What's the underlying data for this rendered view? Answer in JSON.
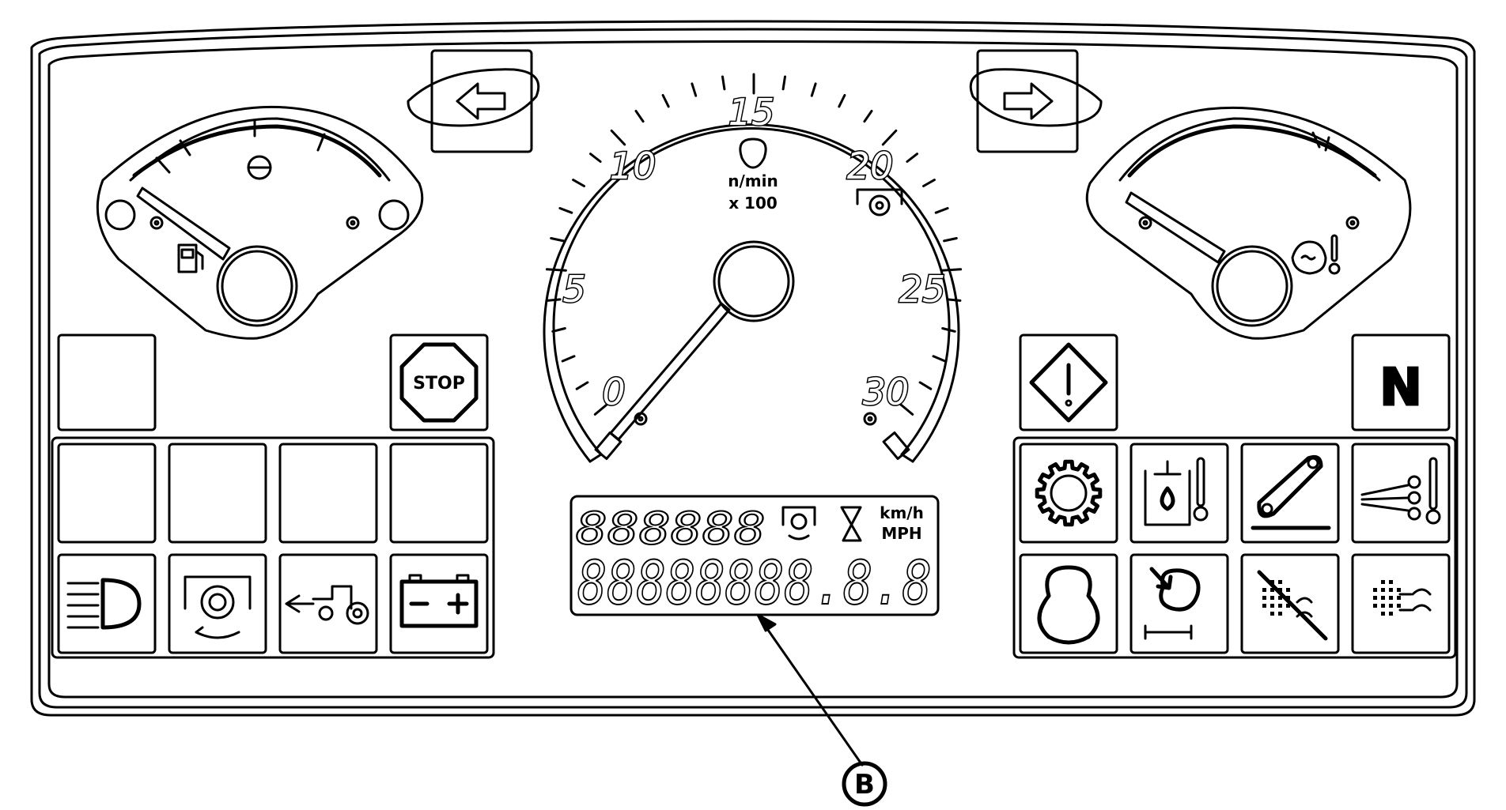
{
  "tachometer": {
    "scale_labels": [
      "0",
      "5",
      "10",
      "15",
      "20",
      "25",
      "30"
    ],
    "unit_line1": "n/min",
    "unit_line2": "x 100"
  },
  "lcd": {
    "top_digits": "888888",
    "bottom_digits": "88888888.8.8",
    "speed_unit_1": "km/h",
    "speed_unit_2": "MPH"
  },
  "buttons": {
    "stop_label": "STOP",
    "neutral_label": "N"
  },
  "callout": {
    "label": "B"
  },
  "icons": [
    "left-turn-signal-icon",
    "right-turn-signal-icon",
    "fuel-pump-icon",
    "coolant-temperature-icon",
    "engine-icon",
    "engine-check-icon",
    "stop-icon",
    "warning-diamond-icon",
    "neutral-icon",
    "headlight-icon",
    "pto-icon",
    "tractor-reverse-icon",
    "battery-icon",
    "gear-icon",
    "hydraulic-oil-temperature-icon",
    "belt-icon",
    "air-intake-temperature-icon",
    "engine-outline-icon",
    "engine-rotate-icon",
    "filter-blocked-icon",
    "air-filter-icon",
    "hourglass-icon",
    "pto-small-icon"
  ]
}
